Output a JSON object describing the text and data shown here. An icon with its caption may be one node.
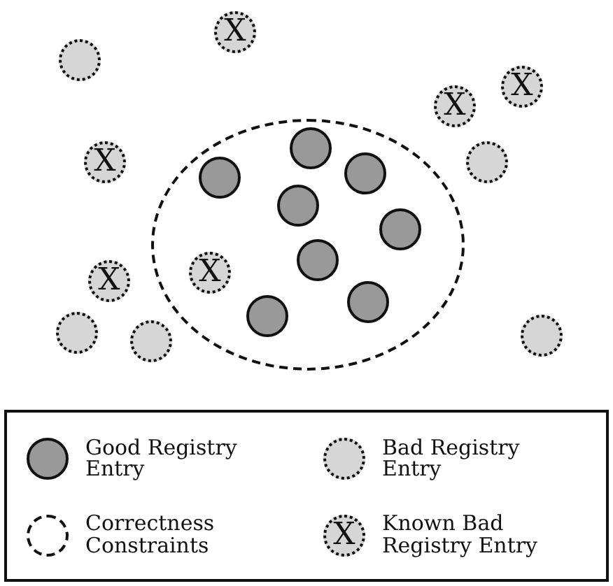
{
  "diagram": {
    "nodes": [
      {
        "text": [
          "X"
        ]
      },
      {
        "text": [],
        "shape": "circle"
      },
      {
        "text": [
          "X"
        ]
      },
      {
        "text": [
          "X"
        ]
      },
      {
        "text": [],
        "shape": "circle"
      },
      {
        "text": [],
        "shape": "circle",
        "in": 4
      },
      {
        "text": [],
        "shape": "circle",
        "in": 4
      },
      {
        "text": [],
        "shape": "circle",
        "in": 4
      },
      {
        "text": [],
        "shape": "circle",
        "in": 4
      },
      {
        "text": [],
        "shape": "circle",
        "in": 4
      },
      {
        "text": [],
        "shape": "circle",
        "in": 4
      },
      {
        "text": [
          "X"
        ],
        "in": 4
      },
      {
        "text": [],
        "shape": "circle",
        "in": 4
      },
      {
        "text": [],
        "shape": "circle",
        "in": 4
      },
      {
        "text": [
          "X"
        ]
      },
      {
        "text": [],
        "shape": "circle"
      },
      {
        "text": [
          "X"
        ]
      },
      {
        "text": [],
        "shape": "circle"
      },
      {
        "text": [],
        "shape": "circle"
      },
      {
        "text": [],
        "shape": "circle"
      }
    ],
    "labels": [
      "X"
    ],
    "legend": [
      {
        "text": "Good Registry Entry"
      },
      {
        "text": "Bad Registry Entry"
      },
      {
        "text": "Correctness Constraints"
      },
      {
        "text": "Known Bad Registry Entry"
      }
    ]
  }
}
